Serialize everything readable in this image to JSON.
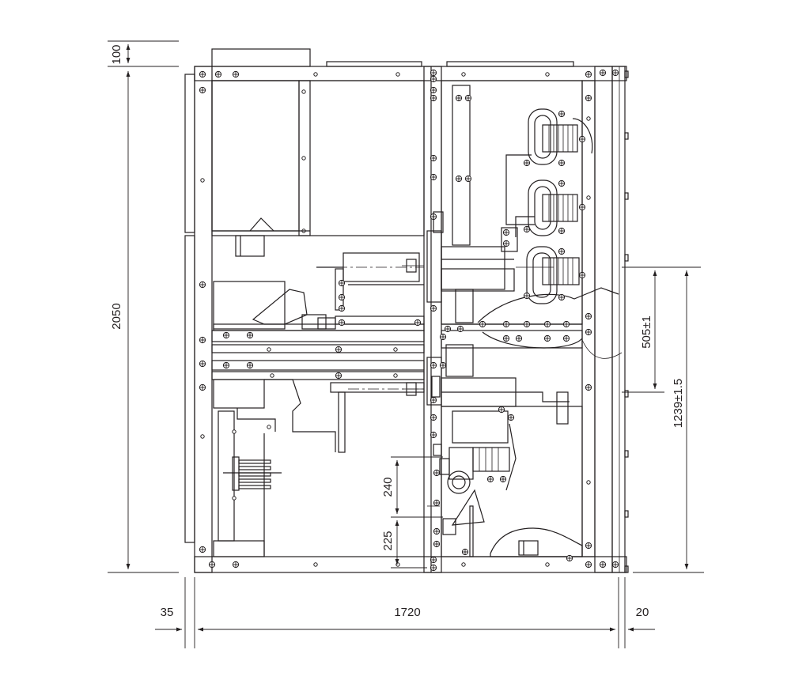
{
  "drawing": {
    "dimensions": {
      "height_top": "100",
      "height_total": "2050",
      "width_total": "1720",
      "offset_left": "35",
      "offset_right": "20",
      "contact_height": "505±1",
      "bushing_height": "1239±1.5",
      "lower_240": "240",
      "lower_225": "225"
    }
  }
}
